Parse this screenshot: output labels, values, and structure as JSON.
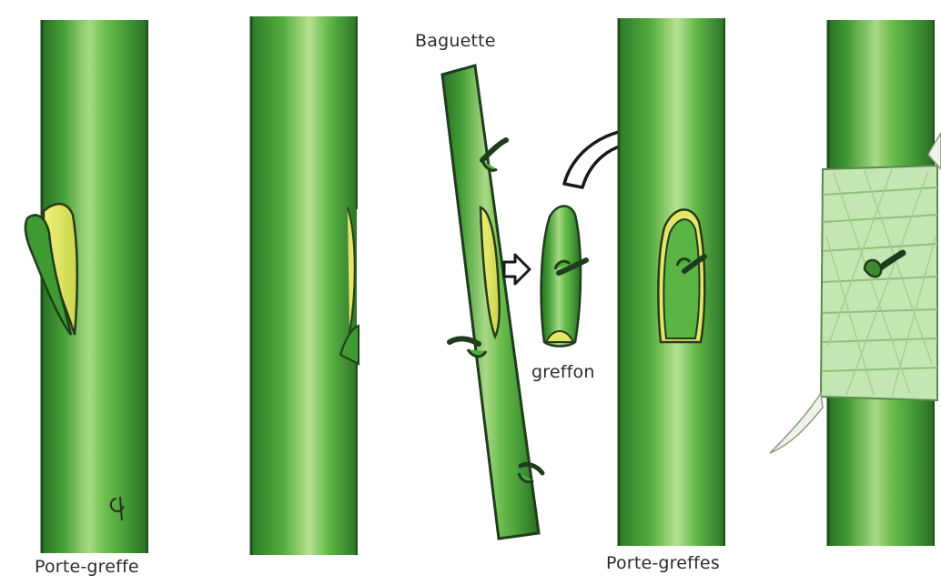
{
  "labels": {
    "baguette": "Baguette",
    "greffon": "greffon",
    "porte_greffe": "Porte-greffe",
    "porte_greffes": "Porte-greffes"
  },
  "colors": {
    "stem_dark": "#2f7a2a",
    "stem_mid": "#4fae3a",
    "stem_light": "#b4dc8e",
    "bark_yellow": "#e3e66a",
    "tie_band": "#c4e6b2",
    "outline": "#1f3d1c"
  },
  "icons": {
    "grafting_signature": "signature-icon",
    "step_arrow": "right-arrow-icon",
    "curved_arrow": "curved-arrow-icon"
  }
}
